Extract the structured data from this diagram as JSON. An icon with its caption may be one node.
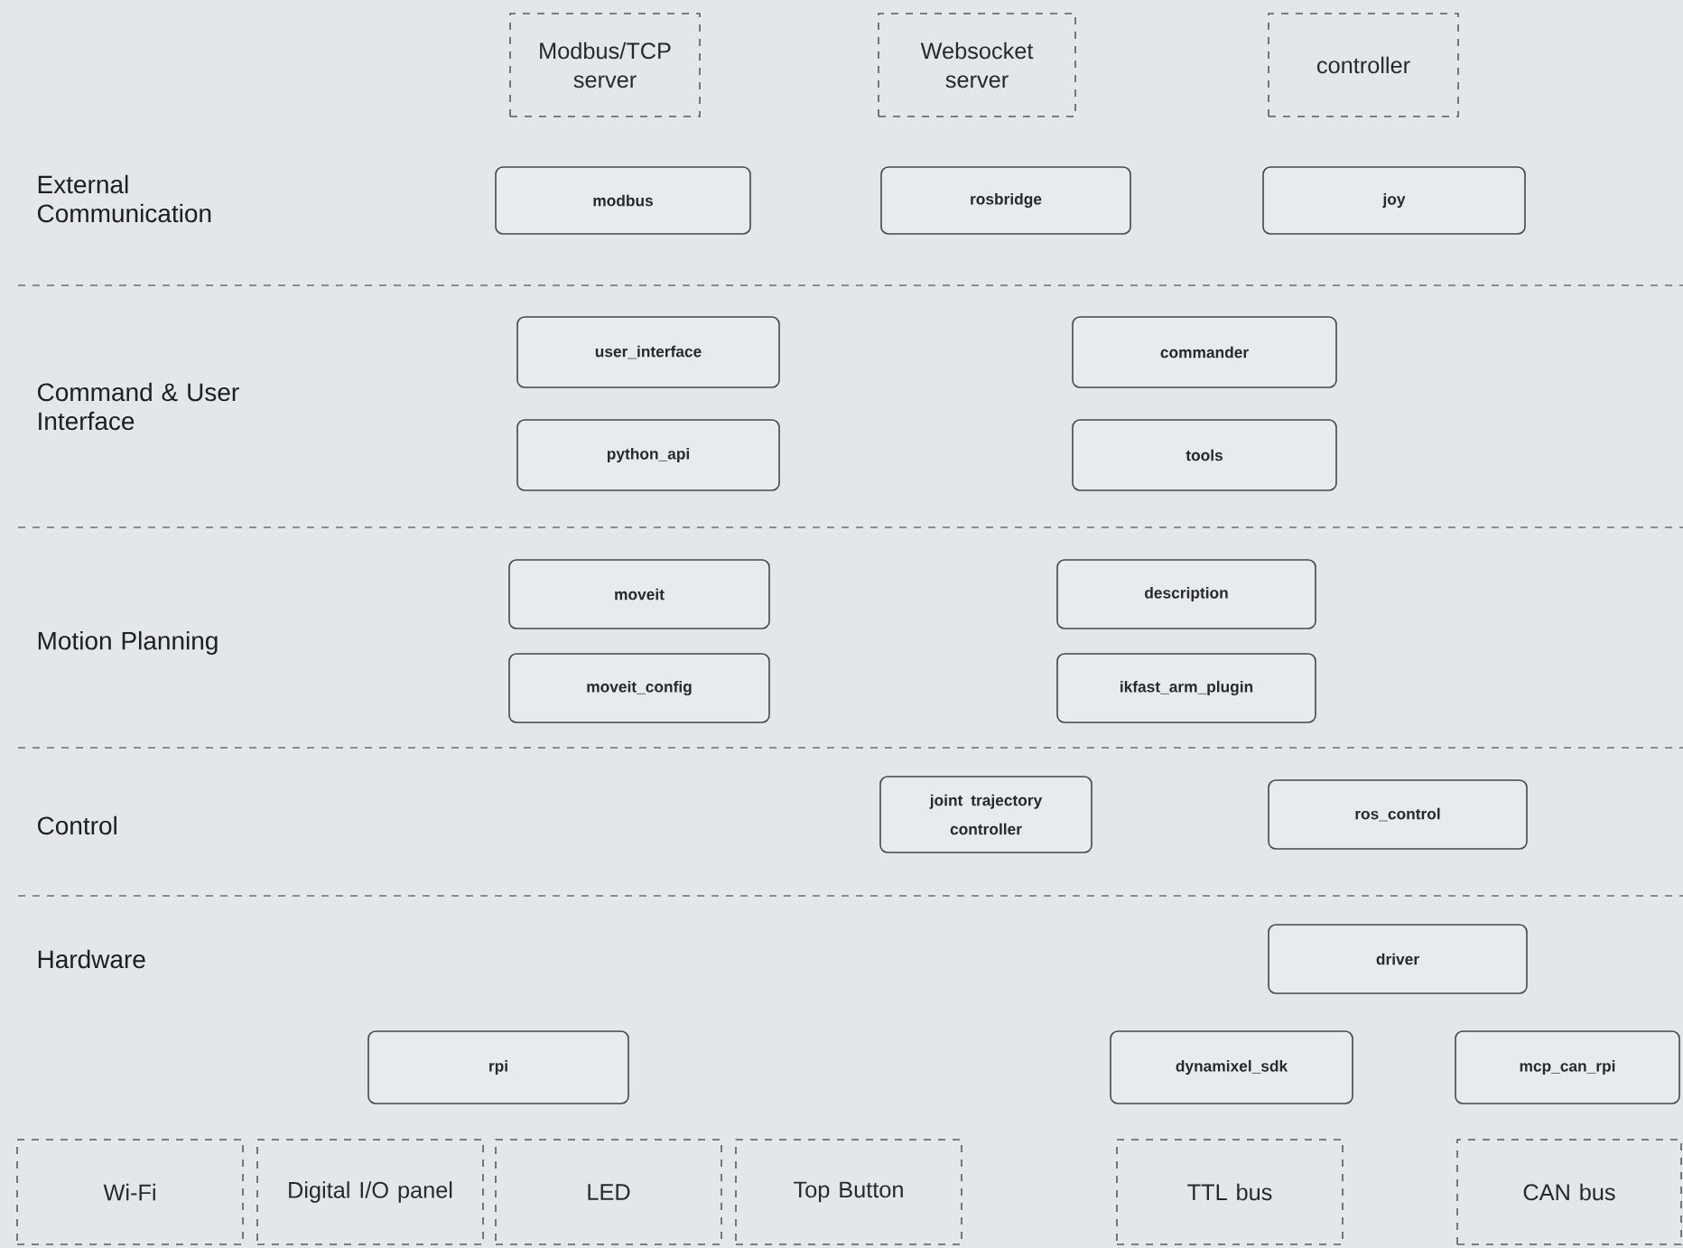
{
  "diagram": {
    "nodes": [
      {
        "text": [
          "Modbus/TCP server"
        ]
      },
      {
        "text": [
          "Websocket server"
        ]
      },
      {
        "text": [
          "controller"
        ]
      },
      {
        "text": [
          "modbus"
        ]
      },
      {
        "text": [
          "rosbridge"
        ]
      },
      {
        "text": [
          "joy"
        ]
      },
      {
        "text": [
          "user_interface"
        ]
      },
      {
        "text": [
          "commander"
        ]
      },
      {
        "text": [
          "python_api"
        ]
      },
      {
        "text": [
          "tools"
        ]
      },
      {
        "text": [
          "moveit"
        ]
      },
      {
        "text": [
          "description"
        ]
      },
      {
        "text": [
          "moveit_config"
        ]
      },
      {
        "text": [
          "ikfast_arm_plugin"
        ]
      },
      {
        "text": [
          "joint trajectory controller"
        ]
      },
      {
        "text": [
          "ros_control"
        ]
      },
      {
        "text": [
          "driver"
        ]
      },
      {
        "text": [
          "rpi"
        ]
      },
      {
        "text": [
          "dynamixel_sdk"
        ]
      },
      {
        "text": [
          "mcp_can_rpi"
        ]
      },
      {
        "text": [
          "Wi-Fi"
        ]
      },
      {
        "text": [
          "Digital I/O panel"
        ]
      },
      {
        "text": [
          "LED"
        ]
      },
      {
        "text": [
          "Top Button"
        ]
      },
      {
        "text": [
          "TTL bus"
        ]
      },
      {
        "text": [
          "CAN bus"
        ]
      }
    ],
    "labels": [
      "External Communication",
      "Command & User Interface",
      "Motion Planning",
      "Control",
      "Hardware"
    ]
  }
}
